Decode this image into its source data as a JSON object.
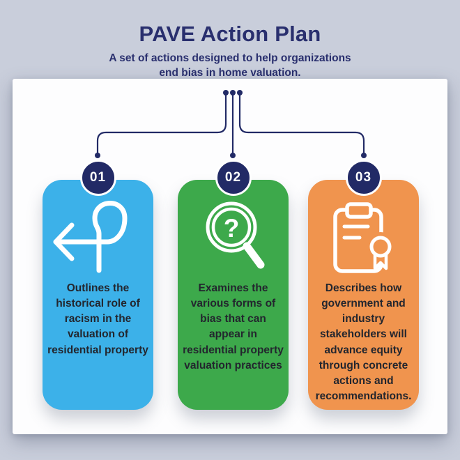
{
  "header": {
    "title": "PAVE Action Plan",
    "subtitle": "A set of actions designed to help organizations end bias in home valuation."
  },
  "colors": {
    "bg": "#c9cedb",
    "panel": "#fdfdfe",
    "navy": "#222a66",
    "title": "#292f6e",
    "text": "#23262e"
  },
  "icons": {
    "question_glyph": "?"
  },
  "cards": [
    {
      "number": "01",
      "color": "#3CB1E9",
      "icon": "history-arrow-icon",
      "text": "Outlines the historical role of racism in the valuation of residential property"
    },
    {
      "number": "02",
      "color": "#3DA94B",
      "icon": "search-question-icon",
      "text": "Examines the various forms of bias that can appear in residential property valuation practices"
    },
    {
      "number": "03",
      "color": "#F0944E",
      "icon": "certificate-icon",
      "text": "Describes how government and industry stakeholders will advance equity through concrete actions and recommendations."
    }
  ]
}
